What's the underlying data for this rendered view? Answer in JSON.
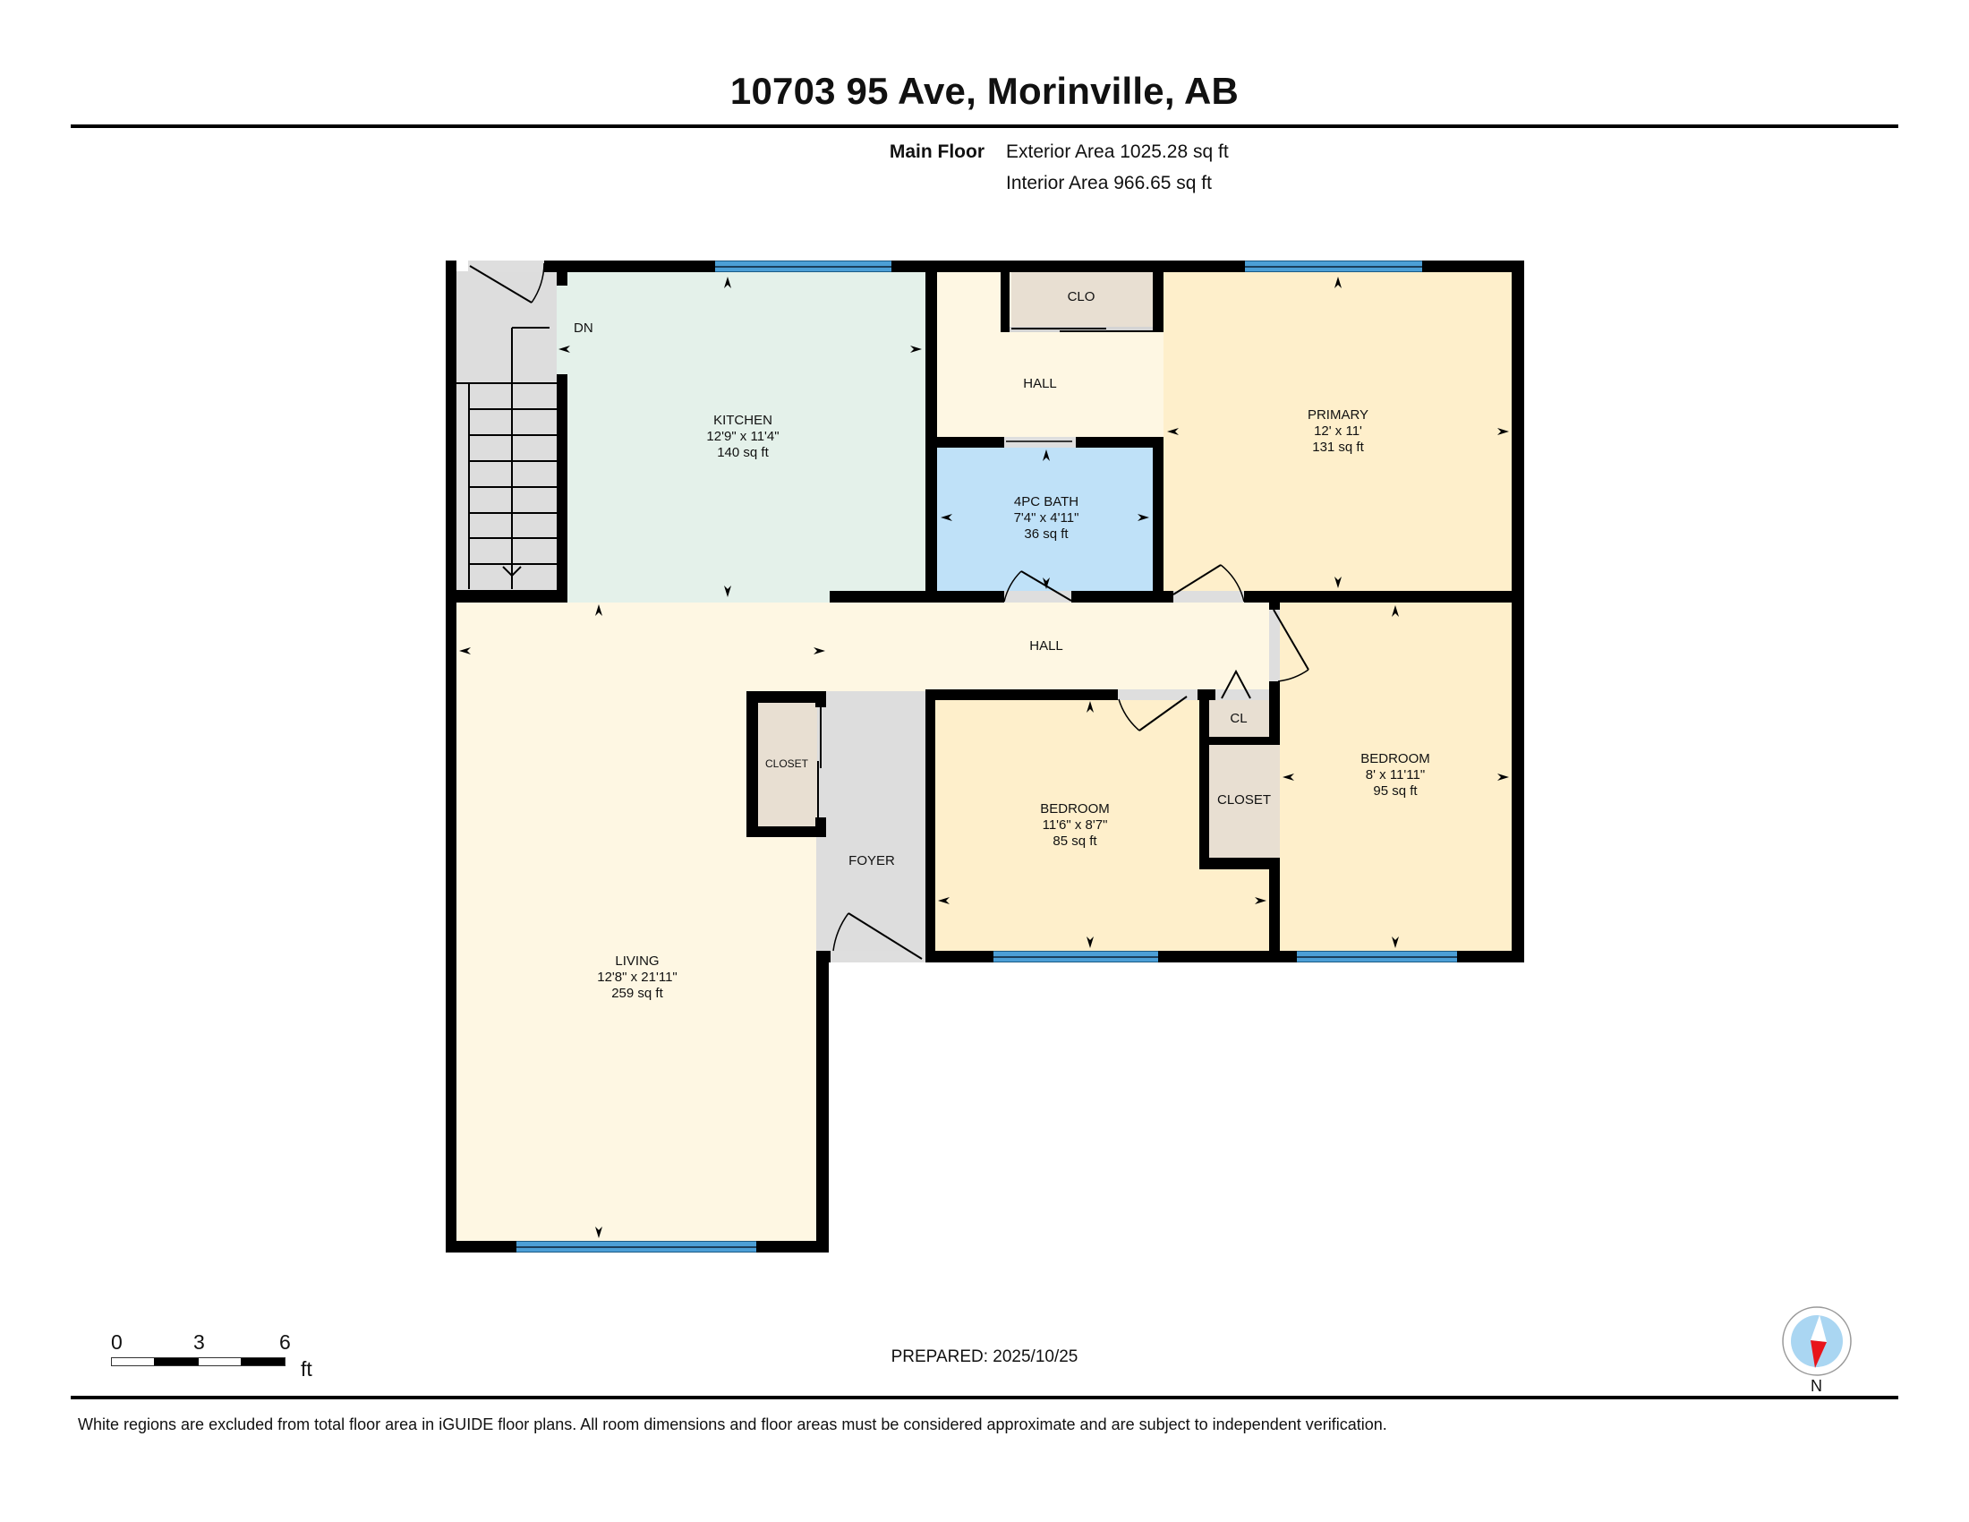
{
  "header": {
    "title": "10703 95 Ave, Morinville, AB",
    "floor_name": "Main Floor",
    "exterior_area": "Exterior Area 1025.28 sq ft",
    "interior_area": "Interior Area 966.65 sq ft"
  },
  "colors": {
    "kitchen": "#e4f1ea",
    "living_hall": "#fef7e3",
    "bedroom": "#feefcb",
    "bath": "#bfe1f8",
    "closet": "#e8dfd2",
    "utility_gray": "#dddddd",
    "window": "#4c9fd6",
    "wall": "#000000",
    "compass_red": "#e8141b",
    "compass_blue": "#aad6f2"
  },
  "rooms": {
    "kitchen": {
      "name": "KITCHEN",
      "dims": "12'9\" x 11'4\"",
      "area": "140 sq ft"
    },
    "hall_upper": {
      "name": "HALL"
    },
    "closet_upper": {
      "name": "CLO"
    },
    "primary": {
      "name": "PRIMARY",
      "dims": "12' x 11'",
      "area": "131 sq ft"
    },
    "bath": {
      "name": "4PC BATH",
      "dims": "7'4\" x 4'11\"",
      "area": "36 sq ft"
    },
    "hall_lower": {
      "name": "HALL"
    },
    "stairs": {
      "label": "DN"
    },
    "living": {
      "name": "LIVING",
      "dims": "12'8\" x 21'11\"",
      "area": "259 sq ft"
    },
    "closet_living": {
      "name": "CLOSET"
    },
    "foyer": {
      "name": "FOYER"
    },
    "bedroom_1": {
      "name": "BEDROOM",
      "dims": "11'6\" x 8'7\"",
      "area": "85 sq ft"
    },
    "closet_cl": {
      "name": "CL"
    },
    "closet_bedroom": {
      "name": "CLOSET"
    },
    "bedroom_2": {
      "name": "BEDROOM",
      "dims": "8' x 11'11\"",
      "area": "95 sq ft"
    }
  },
  "scale_bar": {
    "ticks": [
      "0",
      "3",
      "6"
    ],
    "unit": "ft"
  },
  "compass": {
    "label": "N"
  },
  "footer": {
    "prepared": "PREPARED: 2025/10/25",
    "disclaimer": "White regions are excluded from total floor area in iGUIDE floor plans. All room dimensions and floor areas must be considered approximate and are subject to independent verification."
  }
}
